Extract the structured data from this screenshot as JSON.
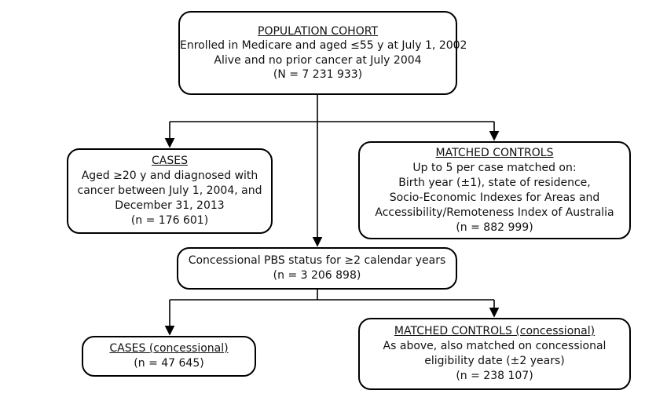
{
  "population": {
    "title": "POPULATION COHORT",
    "lines": [
      "Enrolled in Medicare and aged ≤55 y at July 1, 2002",
      "Alive and no prior cancer at July 2004",
      "(N = 7 231 933)"
    ]
  },
  "cases": {
    "title": "CASES",
    "lines": [
      "Aged ≥20 y and diagnosed with",
      "cancer between July 1, 2004, and",
      "December 31, 2013",
      "(n = 176 601)"
    ]
  },
  "matched_controls": {
    "title": "MATCHED CONTROLS",
    "lines": [
      "Up to 5 per case matched on:",
      "Birth year (±1), state of residence,",
      "Socio-Economic Indexes for Areas and",
      "Accessibility/Remoteness Index of Australia",
      "(n = 882 999)"
    ]
  },
  "pbs": {
    "lines": [
      "Concessional PBS status for ≥2 calendar years",
      "(n = 3 206 898)"
    ]
  },
  "cases_concessional": {
    "title": "CASES (concessional)",
    "lines": [
      "(n = 47 645)"
    ]
  },
  "matched_controls_concessional": {
    "title": "MATCHED CONTROLS (concessional)",
    "lines": [
      "As above, also matched on concessional",
      "eligibility date (±2 years)",
      "(n = 238 107)"
    ]
  }
}
